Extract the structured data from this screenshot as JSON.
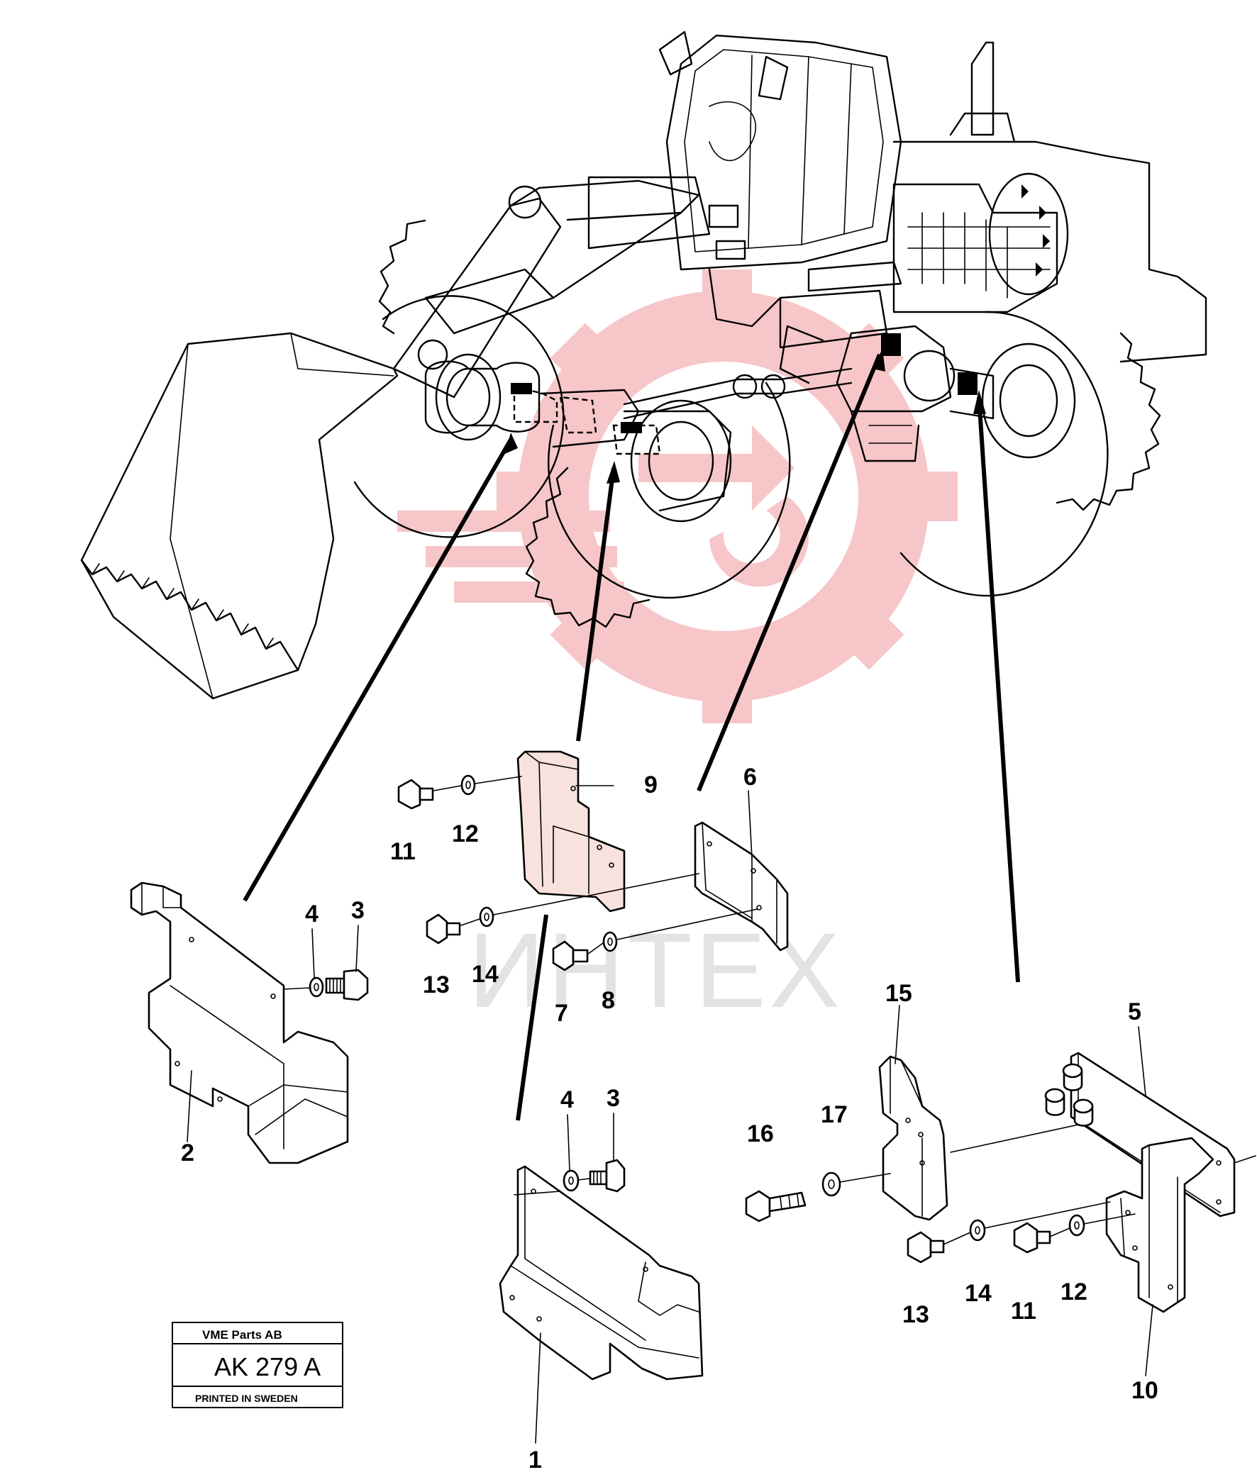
{
  "watermark": {
    "text": "ИНТЕХ",
    "color": "#f6c0c3"
  },
  "title_block": {
    "company": "VME Parts AB",
    "drawing_number": "AK 279 A",
    "note": "PRINTED IN SWEDEN"
  },
  "callouts": {
    "c1": "1",
    "c2": "2",
    "c3a": "3",
    "c3b": "3",
    "c4a": "4",
    "c4b": "4",
    "c5": "5",
    "c6": "6",
    "c7": "7",
    "c8": "8",
    "c9": "9",
    "c10": "10",
    "c11a": "11",
    "c11b": "11",
    "c12a": "12",
    "c12b": "12",
    "c13a": "13",
    "c13b": "13",
    "c14a": "14",
    "c14b": "14",
    "c15": "15",
    "c16": "16",
    "c17": "17"
  }
}
